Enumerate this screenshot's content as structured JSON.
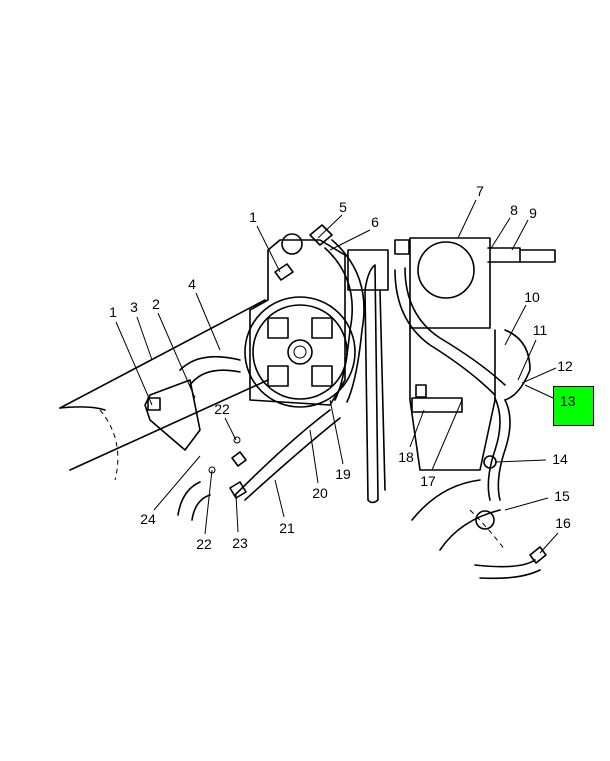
{
  "diagram": {
    "highlight_color": "#00ff00",
    "callouts": [
      {
        "id": "c1a",
        "label": "1"
      },
      {
        "id": "c5",
        "label": "5"
      },
      {
        "id": "c6",
        "label": "6"
      },
      {
        "id": "c7",
        "label": "7"
      },
      {
        "id": "c8",
        "label": "8"
      },
      {
        "id": "c9",
        "label": "9"
      },
      {
        "id": "c1b",
        "label": "1"
      },
      {
        "id": "c3",
        "label": "3"
      },
      {
        "id": "c2",
        "label": "2"
      },
      {
        "id": "c4",
        "label": "4"
      },
      {
        "id": "c10",
        "label": "10"
      },
      {
        "id": "c11",
        "label": "11"
      },
      {
        "id": "c12",
        "label": "12"
      },
      {
        "id": "c14",
        "label": "14"
      },
      {
        "id": "c15",
        "label": "15"
      },
      {
        "id": "c16",
        "label": "16"
      },
      {
        "id": "c17",
        "label": "17"
      },
      {
        "id": "c18",
        "label": "18"
      },
      {
        "id": "c19",
        "label": "19"
      },
      {
        "id": "c20",
        "label": "20"
      },
      {
        "id": "c21",
        "label": "21"
      },
      {
        "id": "c22a",
        "label": "22"
      },
      {
        "id": "c22b",
        "label": "22"
      },
      {
        "id": "c23",
        "label": "23"
      },
      {
        "id": "c24",
        "label": "24"
      }
    ],
    "selected": {
      "label": "13"
    }
  }
}
